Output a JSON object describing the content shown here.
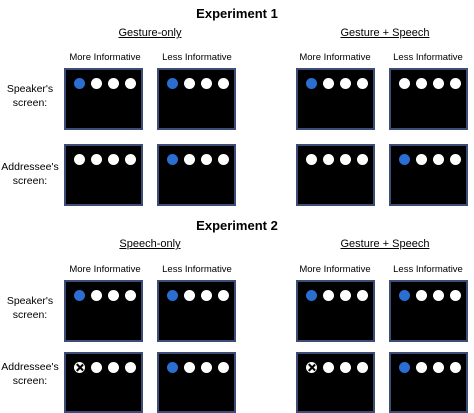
{
  "experiments": [
    {
      "title": "Experiment 1",
      "conditions": [
        {
          "title": "Gesture-only",
          "speaker": [
            [
              "blue",
              "white",
              "white",
              "white"
            ],
            [
              "blue",
              "white",
              "white",
              "white"
            ]
          ],
          "addressee": [
            [
              "white",
              "white",
              "white",
              "white"
            ],
            [
              "blue",
              "white",
              "white",
              "white"
            ]
          ]
        },
        {
          "title": "Gesture + Speech",
          "speaker": [
            [
              "blue",
              "white",
              "white",
              "white"
            ],
            [
              "white",
              "white",
              "white",
              "white"
            ]
          ],
          "addressee": [
            [
              "white",
              "white",
              "white",
              "white"
            ],
            [
              "blue",
              "white",
              "white",
              "white"
            ]
          ]
        }
      ]
    },
    {
      "title": "Experiment 2",
      "conditions": [
        {
          "title": "Speech-only",
          "speaker": [
            [
              "blue",
              "white",
              "white",
              "white"
            ],
            [
              "blue",
              "white",
              "white",
              "white"
            ]
          ],
          "addressee": [
            [
              "x",
              "white",
              "white",
              "white"
            ],
            [
              "blue",
              "white",
              "white",
              "white"
            ]
          ]
        },
        {
          "title": "Gesture + Speech",
          "speaker": [
            [
              "blue",
              "white",
              "white",
              "white"
            ],
            [
              "blue",
              "white",
              "white",
              "white"
            ]
          ],
          "addressee": [
            [
              "x",
              "white",
              "white",
              "white"
            ],
            [
              "blue",
              "white",
              "white",
              "white"
            ]
          ]
        }
      ]
    }
  ],
  "column_labels": [
    "More Informative",
    "Less Informative"
  ],
  "row_labels": {
    "speaker": "Speaker's screen:",
    "addressee": "Addressee's screen:"
  },
  "colors": {
    "blue_dot": "#2a6ed2",
    "screen": "#000000",
    "screen_border": "#3e4d78"
  }
}
